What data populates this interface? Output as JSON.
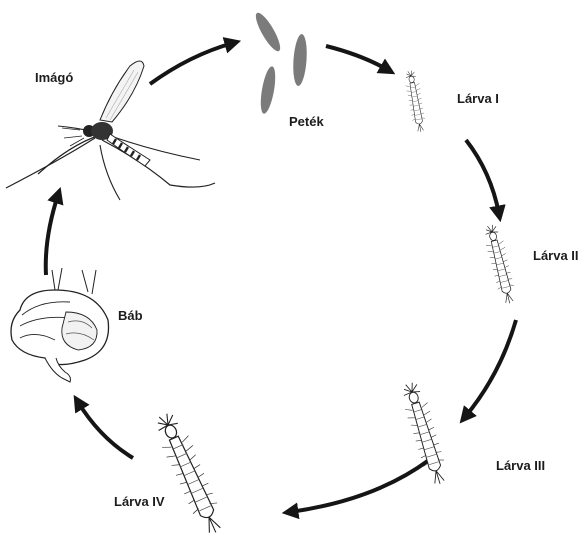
{
  "stages": {
    "imago": "Imágó",
    "eggs": "Peték",
    "larva1": "Lárva I",
    "larva2": "Lárva II",
    "larva3": "Lárva III",
    "larva4": "Lárva IV",
    "pupa": "Báb"
  },
  "colors": {
    "arrow": "#151515",
    "egg": "#7b7b7b",
    "ink": "#222222"
  },
  "icons": [
    "mosquito-icon",
    "eggs-icon",
    "larva-icon",
    "pupa-icon"
  ]
}
